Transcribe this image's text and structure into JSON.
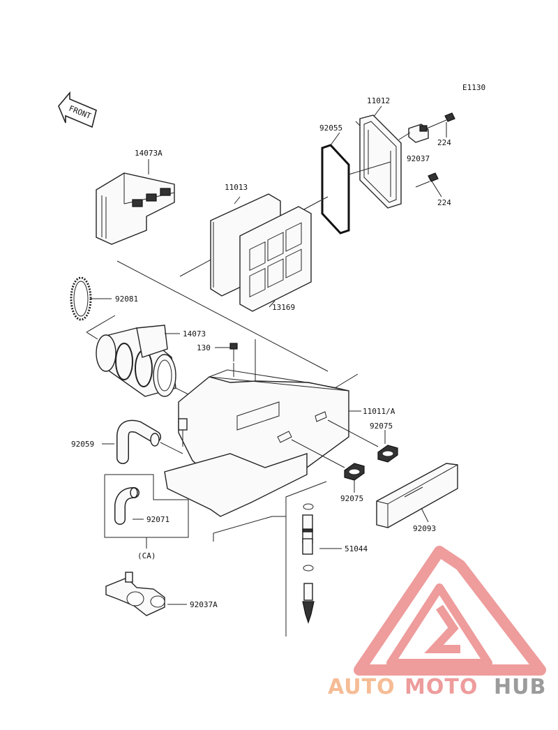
{
  "diagram": {
    "code": "E1130",
    "front_label": "FRONT",
    "ca_label": "(CA)",
    "parts": [
      {
        "id": "p-11012",
        "number": "11012"
      },
      {
        "id": "p-92055",
        "number": "92055"
      },
      {
        "id": "p-224a",
        "number": "224"
      },
      {
        "id": "p-92037",
        "number": "92037"
      },
      {
        "id": "p-224b",
        "number": "224"
      },
      {
        "id": "p-14073A",
        "number": "14073A"
      },
      {
        "id": "p-11013",
        "number": "11013"
      },
      {
        "id": "p-13169",
        "number": "13169"
      },
      {
        "id": "p-92081",
        "number": "92081"
      },
      {
        "id": "p-14073",
        "number": "14073"
      },
      {
        "id": "p-130",
        "number": "130"
      },
      {
        "id": "p-11011A",
        "number": "11011/A"
      },
      {
        "id": "p-92075a",
        "number": "92075"
      },
      {
        "id": "p-92059",
        "number": "92059"
      },
      {
        "id": "p-92075b",
        "number": "92075"
      },
      {
        "id": "p-92093",
        "number": "92093"
      },
      {
        "id": "p-92071",
        "number": "92071"
      },
      {
        "id": "p-51044",
        "number": "51044"
      },
      {
        "id": "p-92037A",
        "number": "92037A"
      }
    ]
  },
  "watermark": {
    "part1": "AUTO",
    "part2": "MOTO",
    "part3": "HUB",
    "colors": {
      "orange": "#f4b183",
      "red": "#ec8b8b",
      "gray": "#8a8a8a"
    }
  }
}
